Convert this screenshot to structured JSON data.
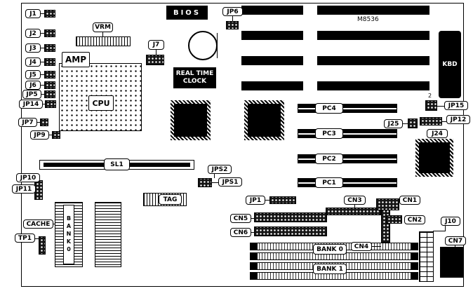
{
  "board": {
    "callouts": {
      "j1": "J1",
      "j2": "J2",
      "j3": "J3",
      "j4": "J4",
      "j5": "J5",
      "j6": "J6",
      "jp5": "JP5",
      "jp14": "JP14",
      "jp7": "JP7",
      "jp9": "JP9",
      "jp10": "JP10",
      "jp11": "JP11",
      "cache": "CACHE",
      "tp1": "TP1",
      "vrm": "VRM",
      "j7": "J7",
      "jp6": "JP6",
      "jp15": "JP15",
      "jp12": "JP12",
      "j25": "J25",
      "j24": "J24",
      "jps1": "JPS1",
      "jps2": "JPS2",
      "jp1": "JP1",
      "cn1": "CN1",
      "cn2": "CN2",
      "cn3": "CN3",
      "cn4": "CN4",
      "cn5": "CN5",
      "cn6": "CN6",
      "cn7": "CN7",
      "j10": "J10"
    },
    "chips": {
      "bios": "BIOS",
      "rtc_line1": "REAL TIME",
      "rtc_line2": "CLOCK",
      "kbd": "KBD",
      "cpu": "CPU",
      "amp": "AMP",
      "m8536": "M8536",
      "tag": "TAG",
      "sl1": "SL1",
      "bank0_chip": "BANK0",
      "pin2": "2"
    },
    "slots": {
      "pc1": "PC1",
      "pc2": "PC2",
      "pc3": "PC3",
      "pc4": "PC4",
      "bank0": "BANK 0",
      "bank1": "BANK 1"
    }
  }
}
